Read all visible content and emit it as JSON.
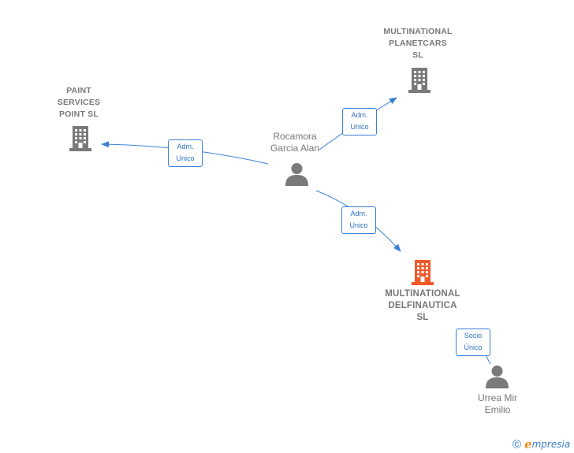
{
  "nodes": {
    "paint_services": {
      "label": "PAINT\nSERVICES\nPOINT  SL",
      "type": "company",
      "color": "#7a7a7a"
    },
    "planetcars": {
      "label": "MULTINATIONAL\nPLANETCARS\nSL",
      "type": "company",
      "color": "#7a7a7a"
    },
    "delfinautica": {
      "label": "MULTINATIONAL\nDELFINAUTICA\nSL",
      "type": "company",
      "color": "#f05a2a"
    },
    "rocamora": {
      "label": "Rocamora\nGarcia Alan",
      "type": "person",
      "color": "#7a7a7a"
    },
    "urrea": {
      "label": "Urrea Mir\nEmilio",
      "type": "person",
      "color": "#7a7a7a"
    }
  },
  "relations": [
    {
      "from": "rocamora",
      "to": "paint_services",
      "label": "Adm.\nUnico"
    },
    {
      "from": "rocamora",
      "to": "planetcars",
      "label": "Adm.\nUnico"
    },
    {
      "from": "rocamora",
      "to": "delfinautica",
      "label": "Adm.\nUnico"
    },
    {
      "from": "urrea",
      "to": "delfinautica",
      "label": "Socio\nÚnico"
    }
  ],
  "footer": {
    "copyright_symbol": "©",
    "brand_initial": "e",
    "brand_rest": "mpresia"
  },
  "colors": {
    "edge": "#3a7fd5",
    "text": "#777777",
    "focus": "#f05a2a",
    "brand_orange": "#f08a1c",
    "brand_blue": "#3b7fc4"
  }
}
